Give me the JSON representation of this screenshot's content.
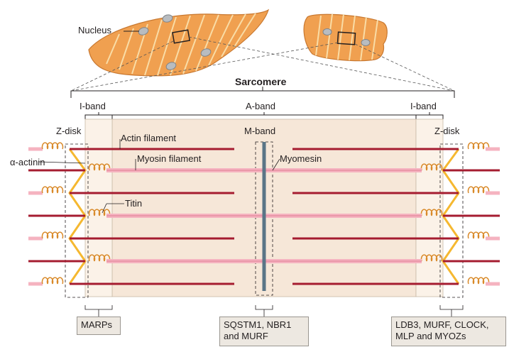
{
  "labels": {
    "nucleus": "Nucleus",
    "sarcomere": "Sarcomere",
    "i_band_left": "I-band",
    "a_band": "A-band",
    "i_band_right": "I-band",
    "z_disk_left": "Z-disk",
    "m_band": "M-band",
    "z_disk_right": "Z-disk",
    "alpha_actinin": "α-actinin",
    "actin_filament": "Actin filament",
    "myosin_filament": "Myosin filament",
    "myomesin": "Myomesin",
    "titin": "Titin"
  },
  "boxes": {
    "marps": [
      "MARPs"
    ],
    "m_band_proteins": [
      "SQSTM1, NBR1",
      "and MURF"
    ],
    "z_disk_proteins": [
      "LDB3, MURF, CLOCK,",
      "MLP and MYOZs"
    ]
  },
  "colors": {
    "cell": "#f0a050",
    "cell_stroke": "#c87830",
    "stripe": "#fbe3b0",
    "nucleus": "#b8bcc0",
    "band": "#f6e7d8",
    "actin": "#a51c30",
    "myosin": "#f5b3c0",
    "zlink": "#f5b830",
    "titin_coil": "#d98a2a",
    "m_line": "#5a7586"
  }
}
